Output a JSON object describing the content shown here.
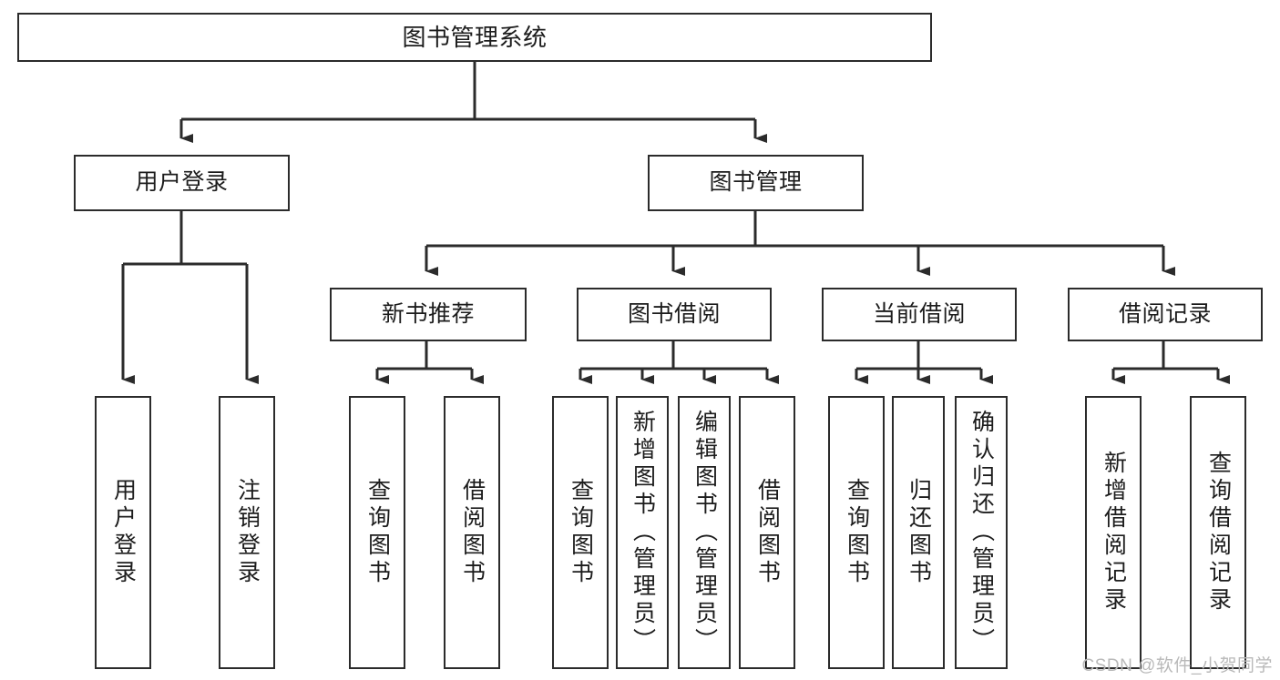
{
  "diagram": {
    "title": "图书管理系统",
    "type": "tree-hierarchy-diagram",
    "theme": {
      "stroke": "#2b2b2b",
      "fill": "#ffffff",
      "text": "#1c1c1c",
      "watermark_color": "#b9b9b9"
    },
    "levels": {
      "root": {
        "label": "图书管理系统"
      },
      "level2": [
        {
          "label": "用户登录"
        },
        {
          "label": "图书管理"
        }
      ],
      "level3": [
        {
          "label": "新书推荐"
        },
        {
          "label": "图书借阅"
        },
        {
          "label": "当前借阅"
        },
        {
          "label": "借阅记录"
        }
      ],
      "leaves": {
        "user_login": [
          {
            "label": "用户登录"
          },
          {
            "label": "注销登录"
          }
        ],
        "new_book_recommend": [
          {
            "label": "查询图书"
          },
          {
            "label": "借阅图书"
          }
        ],
        "book_borrow": [
          {
            "label": "查询图书"
          },
          {
            "label": "新增图书（管理员）"
          },
          {
            "label": "编辑图书（管理员）"
          },
          {
            "label": "借阅图书"
          }
        ],
        "current_borrow": [
          {
            "label": "查询图书"
          },
          {
            "label": "归还图书"
          },
          {
            "label": "确认归还（管理员）"
          }
        ],
        "borrow_record": [
          {
            "label": "新增借阅记录"
          },
          {
            "label": "查询借阅记录"
          }
        ]
      }
    }
  },
  "watermark": {
    "text": "CSDN @软件_小贺同学"
  }
}
